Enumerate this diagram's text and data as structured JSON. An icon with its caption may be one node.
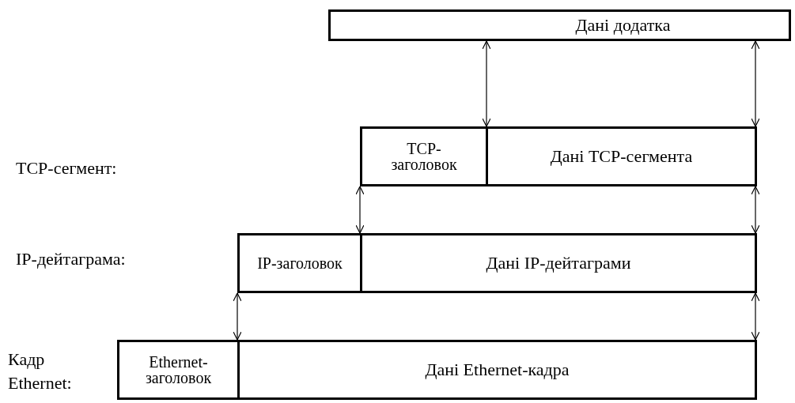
{
  "diagram": {
    "nodes": [
      {
        "text": [
          "Дані додатка"
        ]
      },
      {
        "text": [
          "TCP-заголовок"
        ]
      },
      {
        "text": [
          "Дані TCP-сегмента"
        ]
      },
      {
        "text": [
          "IP-заголовок"
        ]
      },
      {
        "text": [
          "Дані IP-дейтаграми"
        ]
      },
      {
        "text": [
          "Ethernet-заголовок"
        ]
      },
      {
        "text": [
          "Дані Ethernet-кадра"
        ]
      }
    ],
    "edges": [
      {
        "from": 0,
        "to": 2,
        "arrow": "both"
      },
      {
        "from": 0,
        "to": 2,
        "arrow": "both"
      },
      {
        "from": 1,
        "to": 4,
        "arrow": "both"
      },
      {
        "from": 2,
        "to": 4,
        "arrow": "both"
      },
      {
        "from": 3,
        "to": 6,
        "arrow": "both"
      },
      {
        "from": 4,
        "to": 6,
        "arrow": "both"
      }
    ],
    "labels": [
      "TCP-сегмент:",
      "IP-дейтаграма:",
      "Кадр Ethernet:"
    ]
  }
}
